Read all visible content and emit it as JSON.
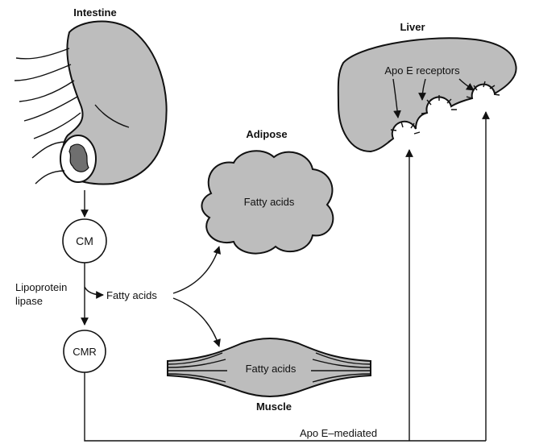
{
  "organs": {
    "intestine": "Intestine",
    "liver": "Liver",
    "adipose": "Adipose",
    "muscle": "Muscle"
  },
  "liver_receptors_label": "Apo E receptors",
  "nodes": {
    "cm": "CM",
    "cmr": "CMR"
  },
  "enzyme": {
    "line1": "Lipoprotein",
    "line2": "lipase"
  },
  "fatty_acids": {
    "released": "Fatty acids",
    "adipose": "Fatty acids",
    "muscle": "Fatty acids"
  },
  "pathway_label": "Apo E–mediated",
  "colors": {
    "organ_fill": "#bdbdbd",
    "ink": "#111111"
  }
}
